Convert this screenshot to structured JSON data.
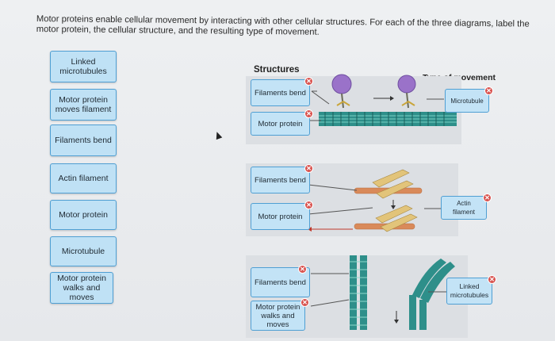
{
  "instructions": "Motor proteins enable cellular movement by interacting with other cellular structures. For each of the three diagrams, label the motor protein, the cellular structure, and the resulting type of movement.",
  "bank": [
    {
      "id": "linked-microtubules",
      "label": "Linked microtubules"
    },
    {
      "id": "motor-protein-moves-filament",
      "label": "Motor protein moves filament"
    },
    {
      "id": "filaments-bend",
      "label": "Filaments bend"
    },
    {
      "id": "actin-filament",
      "label": "Actin filament"
    },
    {
      "id": "motor-protein",
      "label": "Motor protein"
    },
    {
      "id": "microtubule",
      "label": "Microtubule"
    },
    {
      "id": "motor-protein-walks-and-moves",
      "label": "Motor protein walks and moves"
    }
  ],
  "headers": {
    "structures": "Structures",
    "type_of_movement": "Type of movement"
  },
  "remove_icon": "✕",
  "diagrams": [
    {
      "structure_label": "Filaments bend",
      "motor_label": "Motor protein",
      "movement_label": "Microtubule"
    },
    {
      "structure_label": "Filaments bend",
      "motor_label": "Motor protein",
      "movement_label": "Actin filament"
    },
    {
      "structure_label": "Filaments bend",
      "motor_label": "Motor protein walks and moves",
      "movement_label": "Linked microtubules"
    }
  ],
  "colors": {
    "card": "#bfe1f5",
    "border": "#4f9fd3",
    "remove": "#d9534f",
    "panel": "#dcdfe3"
  }
}
